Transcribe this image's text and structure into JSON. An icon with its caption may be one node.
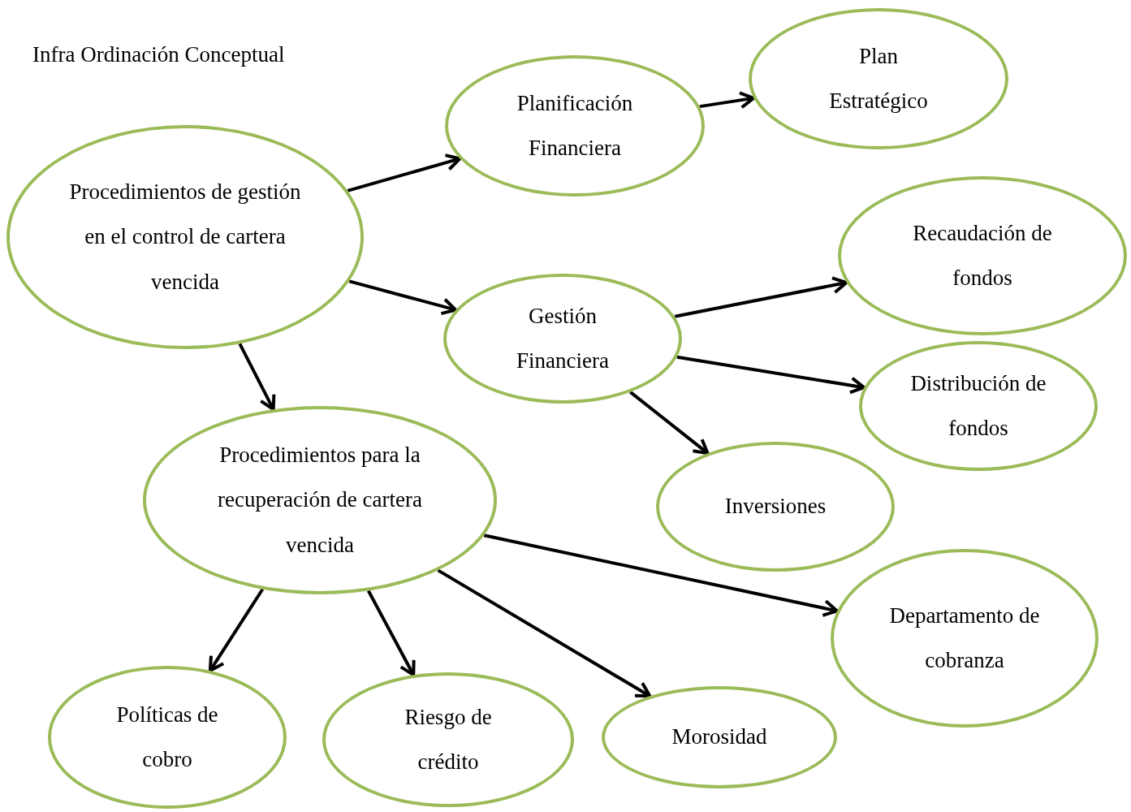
{
  "diagram": {
    "nodes": [
      {
        "text": [
          "Procedimientos de gestión en el control de cartera vencida"
        ]
      },
      {
        "text": [
          "Planificación Financiera"
        ]
      },
      {
        "text": [
          "Plan Estratégico"
        ]
      },
      {
        "text": [
          "Gestión Financiera"
        ]
      },
      {
        "text": [
          "Recaudación de fondos"
        ]
      },
      {
        "text": [
          "Distribución de fondos"
        ]
      },
      {
        "text": [
          "Inversiones"
        ]
      },
      {
        "text": [
          "Procedimientos para la recuperación de cartera vencida"
        ]
      },
      {
        "text": [
          "Departamento de cobranza"
        ]
      },
      {
        "text": [
          "Políticas de cobro"
        ]
      },
      {
        "text": [
          "Riesgo de crédito"
        ]
      },
      {
        "text": [
          "Morosidad"
        ]
      }
    ],
    "edges": [
      {
        "from": 0,
        "to": 1,
        "arrow": "to"
      },
      {
        "from": 1,
        "to": 2,
        "arrow": "to"
      },
      {
        "from": 0,
        "to": 3,
        "arrow": "to"
      },
      {
        "from": 0,
        "to": 7,
        "arrow": "to"
      },
      {
        "from": 3,
        "to": 4,
        "arrow": "to"
      },
      {
        "from": 3,
        "to": 5,
        "arrow": "to"
      },
      {
        "from": 3,
        "to": 6,
        "arrow": "to"
      },
      {
        "from": 7,
        "to": 8,
        "arrow": "to"
      },
      {
        "from": 7,
        "to": 9,
        "arrow": "to"
      },
      {
        "from": 7,
        "to": 10,
        "arrow": "to"
      },
      {
        "from": 7,
        "to": 11,
        "arrow": "to"
      }
    ],
    "labels": [
      "Infra Ordinación Conceptual"
    ]
  }
}
